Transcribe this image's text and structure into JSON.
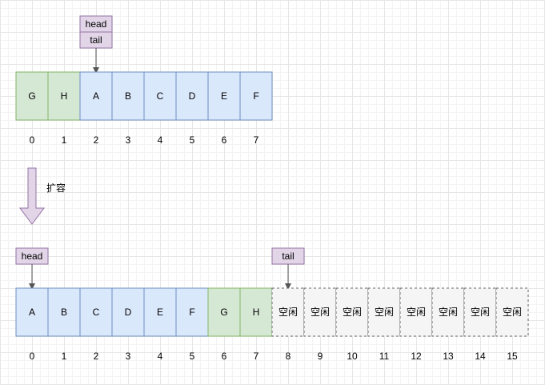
{
  "colors": {
    "green_fill": "#d5e8d4",
    "green_stroke": "#82b366",
    "blue_fill": "#dae8fc",
    "blue_stroke": "#6c8ebf",
    "gray_fill": "#f5f5f5",
    "gray_stroke": "#666666",
    "tag_fill": "#e1d5e7",
    "tag_stroke": "#9673a6",
    "arrow": "#555555"
  },
  "top_array": {
    "cells": [
      {
        "label": "G",
        "style": "green"
      },
      {
        "label": "H",
        "style": "green"
      },
      {
        "label": "A",
        "style": "blue"
      },
      {
        "label": "B",
        "style": "blue"
      },
      {
        "label": "C",
        "style": "blue"
      },
      {
        "label": "D",
        "style": "blue"
      },
      {
        "label": "E",
        "style": "blue"
      },
      {
        "label": "F",
        "style": "blue"
      }
    ],
    "indices": [
      "0",
      "1",
      "2",
      "3",
      "4",
      "5",
      "6",
      "7"
    ],
    "pointer_cell": 2,
    "pointer_labels": [
      "head",
      "tail"
    ]
  },
  "expand_label": "扩容",
  "bottom_array": {
    "cells": [
      {
        "label": "A",
        "style": "blue"
      },
      {
        "label": "B",
        "style": "blue"
      },
      {
        "label": "C",
        "style": "blue"
      },
      {
        "label": "D",
        "style": "blue"
      },
      {
        "label": "E",
        "style": "blue"
      },
      {
        "label": "F",
        "style": "blue"
      },
      {
        "label": "G",
        "style": "green"
      },
      {
        "label": "H",
        "style": "green"
      },
      {
        "label": "空闲",
        "style": "gray"
      },
      {
        "label": "空闲",
        "style": "gray"
      },
      {
        "label": "空闲",
        "style": "gray"
      },
      {
        "label": "空闲",
        "style": "gray"
      },
      {
        "label": "空闲",
        "style": "gray"
      },
      {
        "label": "空闲",
        "style": "gray"
      },
      {
        "label": "空闲",
        "style": "gray"
      },
      {
        "label": "空闲",
        "style": "gray"
      }
    ],
    "indices": [
      "0",
      "1",
      "2",
      "3",
      "4",
      "5",
      "6",
      "7",
      "8",
      "9",
      "10",
      "11",
      "12",
      "13",
      "14",
      "15"
    ],
    "head_cell": 0,
    "head_label": "head",
    "tail_cell": 8,
    "tail_label": "tail"
  }
}
